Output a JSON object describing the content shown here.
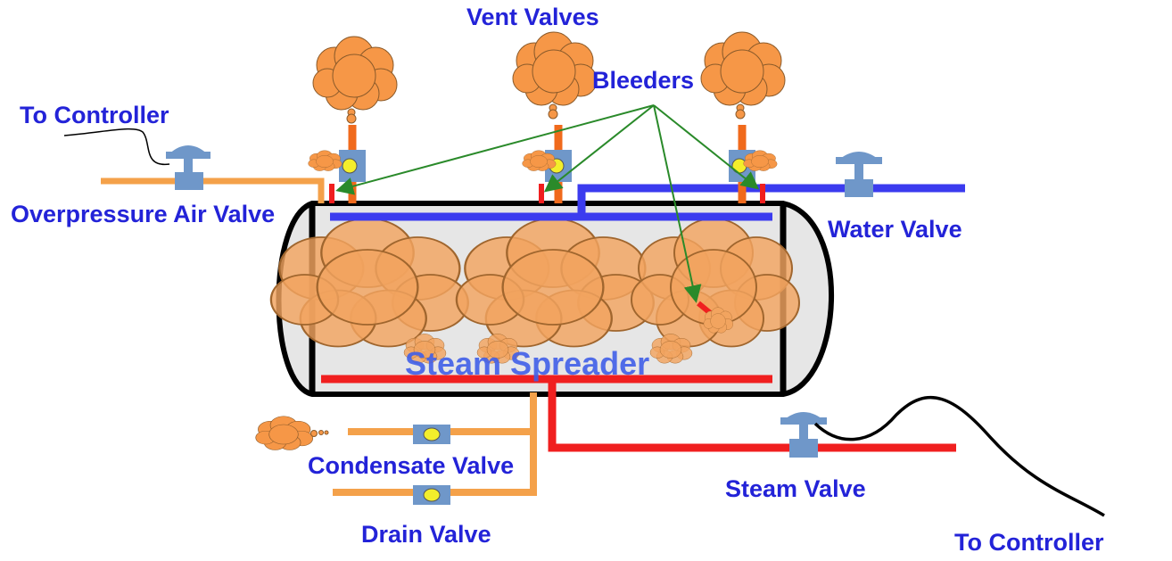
{
  "labels": {
    "vent_valves": "Vent Valves",
    "bleeders": "Bleeders",
    "to_controller_left": "To Controller",
    "overpressure_air_valve": "Overpressure Air Valve",
    "water_valve": "Water Valve",
    "steam_spreader": "Steam Spreader",
    "condensate_valve": "Condensate Valve",
    "drain_valve": "Drain Valve",
    "steam_valve": "Steam Valve",
    "to_controller_right": "To Controller"
  },
  "colors": {
    "air_pipe": "#f4a14a",
    "water_pipe": "#3b3bef",
    "steam_pipe": "#f01f1f",
    "valve_body": "#6f97c9",
    "valve_indicator": "#f3ee2b",
    "steam_cloud": "#f2a45f",
    "vessel_fill": "#e6e6e6",
    "leader_line": "#2a8a2a",
    "label_text": "#2323d8"
  },
  "icons": [
    "steam-cloud-icon",
    "handwheel-valve-icon",
    "ball-valve-icon"
  ]
}
